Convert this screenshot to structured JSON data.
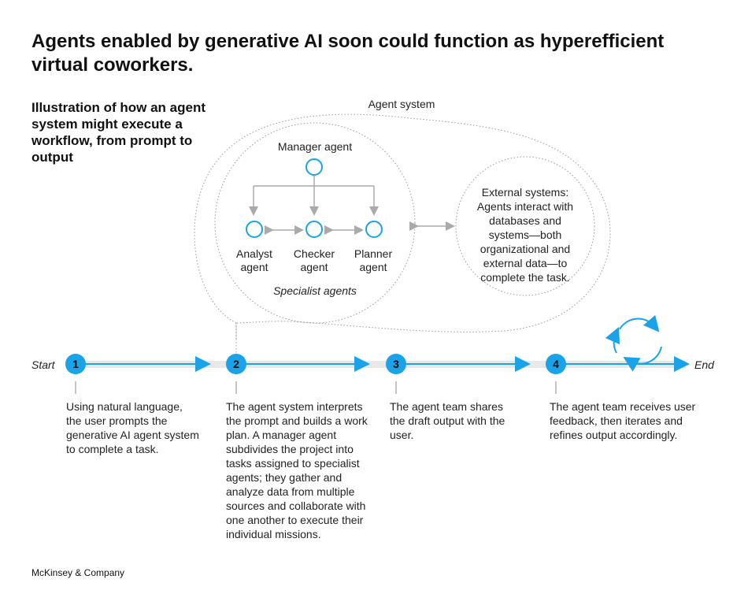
{
  "title": "Agents enabled by generative AI soon could function as hyperefficient virtual coworkers.",
  "subtitle": "Illustration of how an agent system might execute a workflow, from prompt to output",
  "agent_system": {
    "label": "Agent system",
    "manager": "Manager agent",
    "specialists_label": "Specialist agents",
    "analyst": "Analyst agent",
    "checker": "Checker agent",
    "planner": "Planner agent",
    "external": "External systems: Agents interact with databases and systems—both organizational and external data—to complete the task."
  },
  "timeline": {
    "start": "Start",
    "end": "End",
    "steps": [
      {
        "num": "1",
        "text": "Using natural language, the user prompts the generative AI agent system to complete a task."
      },
      {
        "num": "2",
        "text": "The agent system interprets the prompt and builds a work plan. A manager agent subdivides the project into tasks assigned to specialist agents; they gather and analyze data from multiple sources and collaborate with one another to execute their individual missions."
      },
      {
        "num": "3",
        "text": "The agent team shares the draft output with the user."
      },
      {
        "num": "4",
        "text": "The agent team receives user feedback, then iterates and refines output accordingly."
      }
    ]
  },
  "colors": {
    "accent": "#1aa3e8",
    "line_gray": "#aaaaaa",
    "track_gray": "#e8e8e8"
  },
  "footer": "McKinsey & Company"
}
